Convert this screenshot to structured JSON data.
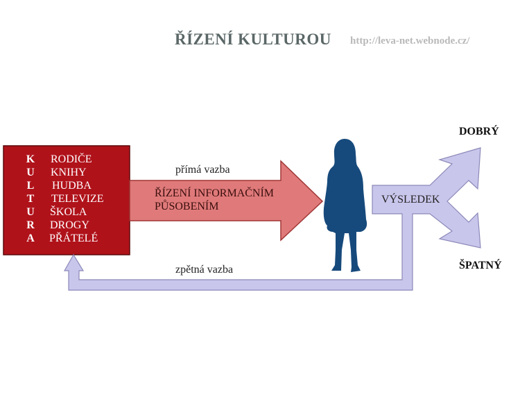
{
  "title": "ŘÍZENÍ KULTUROU",
  "url": "http://leva-net.webnode.cz/",
  "culture_box": {
    "letters": [
      "K",
      "U",
      "L",
      "T",
      "U",
      "R",
      "A"
    ],
    "words": [
      "RODIČE",
      "KNIHY",
      "HUDBA",
      "TELEVIZE",
      "ŠKOLA",
      "DROGY",
      "PŘÁTELÉ"
    ]
  },
  "direct_link_label": "přímá vazba",
  "main_arrow": {
    "line1": "ŘÍZENÍ INFORMAČNÍM",
    "line2": "PŮSOBENÍM"
  },
  "feedback_label": "zpětná vazba",
  "result_label": "VÝSLEDEK",
  "outcomes": {
    "good": "DOBRÝ",
    "bad": "ŠPATNÝ"
  },
  "colors": {
    "culture_box": "#b0121a",
    "main_arrow": "#e07a7a",
    "feedback": "#c9c6ec",
    "child": "#174a7c"
  }
}
